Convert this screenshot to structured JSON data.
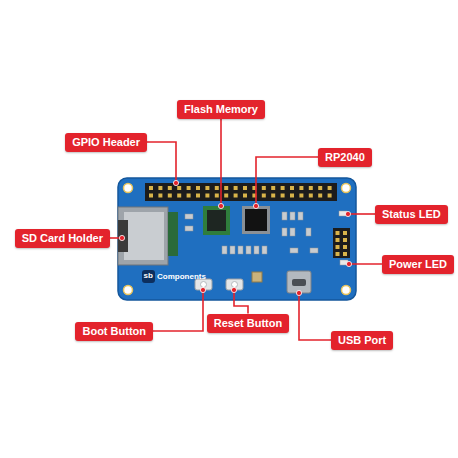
{
  "diagram": {
    "nodes": [
      {
        "text": [
          "Flash Memory"
        ]
      },
      {
        "text": [
          "GPIO Header"
        ]
      },
      {
        "text": [
          "RP2040"
        ]
      },
      {
        "text": [
          "Status LED"
        ]
      },
      {
        "text": [
          "SD Card Holder"
        ]
      },
      {
        "text": [
          "Power LED"
        ]
      },
      {
        "text": [
          "Boot Button"
        ]
      },
      {
        "text": [
          "Reset Button"
        ]
      },
      {
        "text": [
          "USB Port"
        ]
      }
    ],
    "labels": [
      "sb",
      "Components"
    ]
  }
}
